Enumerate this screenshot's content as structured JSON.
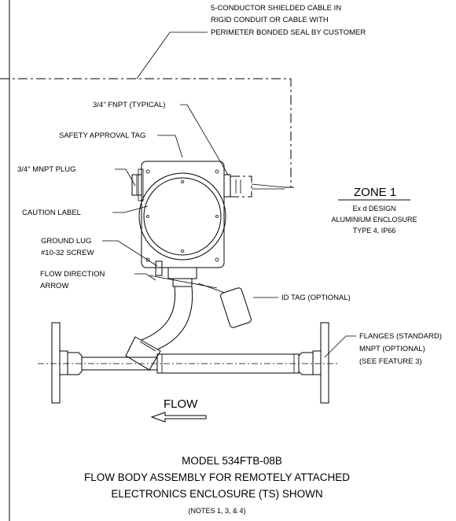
{
  "cable_note": {
    "line1": "5-CONDUCTOR SHIELDED CABLE IN",
    "line2": "RIGID CONDUIT OR CABLE WITH",
    "line3": "PERIMETER BONDED SEAL BY CUSTOMER"
  },
  "callouts": {
    "fnpt": "3/4\" FNPT (TYPICAL)",
    "safety_tag": "SAFETY APPROVAL TAG",
    "mnpt_plug": "3/4\" MNPT PLUG",
    "caution": "CAUTION LABEL",
    "ground_lug_1": "GROUND LUG",
    "ground_lug_2": "#10-32 SCREW",
    "flow_dir_1": "FLOW DIRECTION",
    "flow_dir_2": "ARROW",
    "id_tag": "ID TAG (OPTIONAL)",
    "flanges_1": "FLANGES (STANDARD)",
    "flanges_2": "MNPT (OPTIONAL)",
    "flanges_3": "(SEE FEATURE 3)"
  },
  "zone": {
    "title": "ZONE 1",
    "line1": "Ex d DESIGN",
    "line2": "ALUMINIUM ENCLOSURE",
    "line3": "TYPE 4, IP66"
  },
  "flow_label": "FLOW",
  "caption": {
    "line1": "MODEL 534FTB-08B",
    "line2": "FLOW BODY ASSEMBLY FOR REMOTELY ATTACHED",
    "line3": "ELECTRONICS ENCLOSURE (TS) SHOWN",
    "line4": "(NOTES 1, 3, & 4)"
  }
}
